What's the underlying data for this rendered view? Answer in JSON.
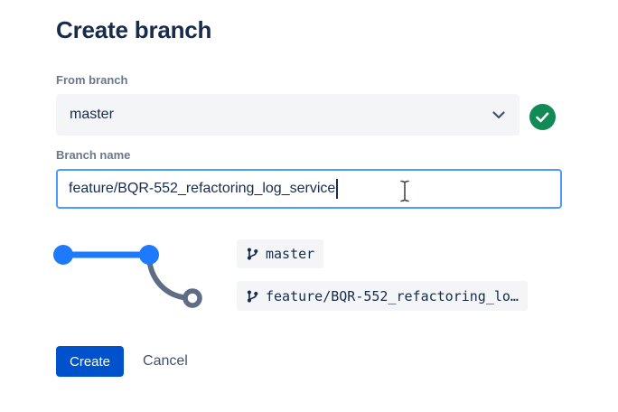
{
  "title": "Create branch",
  "form": {
    "from_branch": {
      "label": "From branch",
      "value": "master",
      "status_icon": "check-circle-icon"
    },
    "branch_name": {
      "label": "Branch name",
      "value": "feature/BQR-552_refactoring_log_service"
    }
  },
  "graph": {
    "source_label": {
      "icon": "branch-icon",
      "text": "master"
    },
    "new_label": {
      "icon": "branch-icon",
      "text": "feature/BQR-552_refactoring_lo…"
    }
  },
  "actions": {
    "create": "Create",
    "cancel": "Cancel"
  },
  "cursor": "i-beam-text-cursor",
  "colors": {
    "title_text": "#172B4D",
    "label_text": "#6B778C",
    "field_bg": "#F4F5F7",
    "input_focus_border": "#4C9AFF",
    "primary_button": "#0052CC",
    "cancel_text": "#42526E",
    "graph_source_blue": "#1D7AFC",
    "graph_new_gray": "#5E6C84",
    "valid_green": "#118A55"
  }
}
